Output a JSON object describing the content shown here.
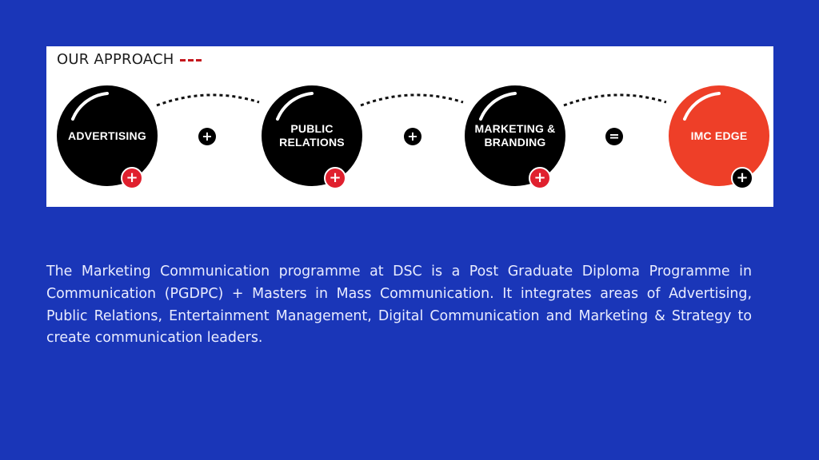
{
  "banner": {
    "title": "OUR APPROACH",
    "steps": [
      {
        "label": "ADVERTISING",
        "badge": "+"
      },
      {
        "label": "PUBLIC\nRELATIONS",
        "badge": "+"
      },
      {
        "label": "MARKETING &\nBRANDING",
        "badge": "+"
      },
      {
        "label": "IMC EDGE",
        "badge": "+"
      }
    ],
    "operators": [
      "+",
      "+",
      "="
    ]
  },
  "description": "The Marketing Communication programme at DSC is a Post Graduate Diploma Programme in Communication (PGDPC) + Masters in Mass Communication. It integrates areas of Advertising, Public Relations, Entertainment Management, Digital Communication and Marketing & Strategy to create communication leaders.",
  "colors": {
    "background": "#1a36b8",
    "accent_red": "#ee3f28",
    "badge_red": "#e0202e",
    "black": "#000000"
  }
}
